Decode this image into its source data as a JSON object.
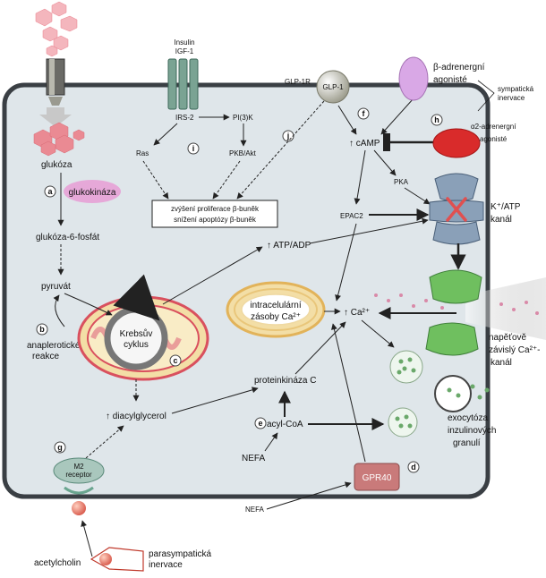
{
  "labels": {
    "glukoza": "glukóza",
    "glukokinaza": "glukokináza",
    "glukoza6f": "glukóza-6-fosfát",
    "pyruvat": "pyruvát",
    "anapl1": "anaplerotické",
    "anapl2": "reakce",
    "krebs1": "Krebsův",
    "krebs2": "cyklus",
    "diacyl": "↑ diacylglycerol",
    "m2a": "M2",
    "m2b": "receptor",
    "acetylcholin": "acetylcholin",
    "paras1": "parasympatická",
    "paras2": "inervace",
    "insulin": "Insulin",
    "igf": "IGF-1",
    "irs2": "IRS-2",
    "pi3k": "PI(3)K",
    "ras": "Ras",
    "pkb": "PKB/Akt",
    "prolif1": "zvýšení proliferace β-buněk",
    "prolif2": "snížení apoptózy β-buněk",
    "atpadp": "↑ ATP/ADP",
    "intra1": "intracelulární",
    "intra2": "zásoby Ca²⁺",
    "ca": "↑ Ca²⁺",
    "pkc": "proteinkináza C",
    "acylcoa": "acyl-CoA",
    "nefa1": "NEFA",
    "nefa2": "NEFA",
    "gpr40": "GPR40",
    "glp1r": "GLP-1R",
    "glp1": "GLP-1",
    "camp": "↑ cAMP",
    "pka": "PKA",
    "epac2": "EPAC2",
    "beta1": "β-adrenergní",
    "beta2": "agonisté",
    "symp1": "sympatická",
    "symp2": "inervace",
    "alpha1": "α2-adrenergní",
    "alpha2": "agonisté",
    "katp1": "K⁺/ATP",
    "katp2": "kanál",
    "vdcc1": "napěťově",
    "vdcc2": "závislý Ca²⁺-",
    "vdcc3": "kanál",
    "exo1": "exocytóza",
    "exo2": "inzulinových",
    "exo3": "granulí"
  },
  "markers": {
    "a": "a",
    "b": "b",
    "c": "c",
    "d": "d",
    "e": "e",
    "f": "f",
    "g": "g",
    "h": "h",
    "i": "i",
    "j": "j"
  },
  "colors": {
    "cell_fill": "#dfe6ea",
    "cell_stroke": "#3a3f44",
    "glucose": "#e9818d",
    "glucokinase": "#e6a8d8",
    "mito_fill": "#f3dea6",
    "mito_inner": "#d9505e",
    "receptor_green": "#7aa393",
    "katp_blue": "#8aa0b8",
    "vdcc_green": "#6fbf5f",
    "gpr40": "#c97a7a",
    "alpha": "#d92b2b",
    "beta": "#d9a8e6",
    "granule": "#cfe8cf"
  }
}
